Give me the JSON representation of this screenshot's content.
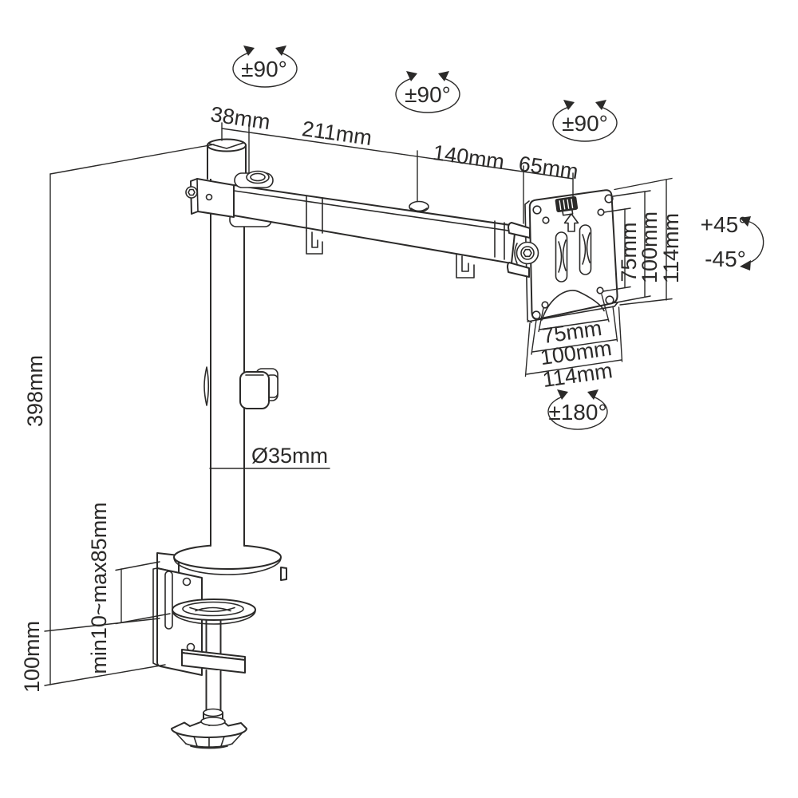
{
  "title": "Monitor desk mount arm dimension diagram",
  "colors": {
    "line": "#2b2a29",
    "background": "#ffffff"
  },
  "annotations": {
    "swivel_pole": "±90°",
    "swivel_arm": "±90°",
    "swivel_vesa": "±90°",
    "rotate_plate": "±180°",
    "tilt_up": "+45°",
    "tilt_down": "-45°"
  },
  "dimensions": {
    "cap_width": "38mm",
    "arm_section_1": "211mm",
    "arm_section_2": "140mm",
    "vesa_offset": "65mm",
    "vesa_height_75": "75mm",
    "vesa_height_100": "100mm",
    "vesa_height_114": "114mm",
    "vesa_width_75": "75mm",
    "vesa_width_100": "100mm",
    "vesa_width_114": "114mm",
    "pole_height": "398mm",
    "clamp_drop": "100mm",
    "desk_thickness": "min10~max85mm",
    "pole_diameter": "Ø35mm"
  }
}
